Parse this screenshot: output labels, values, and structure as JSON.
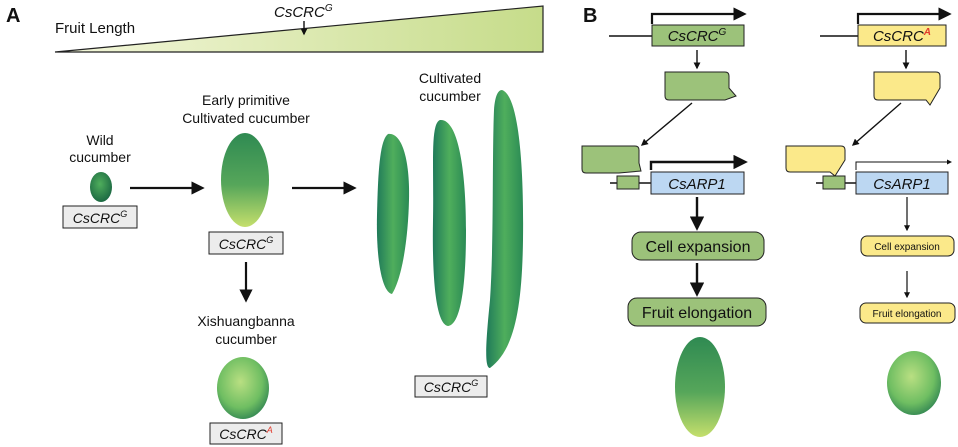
{
  "panel_a": {
    "letter": "A",
    "fruit_length_label": "Fruit Length",
    "wedge_marker_gene": "CsCRC",
    "wedge_marker_sup": "G",
    "wild_label_line1": "Wild",
    "wild_label_line2": "cucumber",
    "wild_gene": "CsCRC",
    "wild_gene_sup": "G",
    "early_label_line1": "Early primitive",
    "early_label_line2": "Cultivated cucumber",
    "early_gene": "CsCRC",
    "early_gene_sup": "G",
    "xish_label_line1": "Xishuangbanna",
    "xish_label_line2": "cucumber",
    "xish_gene": "CsCRC",
    "xish_gene_sup": "A",
    "cult_label_line1": "Cultivated",
    "cult_label_line2": "cucumber",
    "cult_gene": "CsCRC",
    "cult_gene_sup": "G"
  },
  "panel_b": {
    "letter": "B",
    "left": {
      "gene": "CsCRC",
      "gene_sup": "G",
      "target_gene": "CsARP1",
      "step1": "Cell expansion",
      "step2": "Fruit elongation"
    },
    "right": {
      "gene": "CsCRC",
      "gene_sup": "A",
      "target_gene": "CsARP1",
      "step1": "Cell expansion",
      "step2": "Fruit elongation"
    }
  },
  "colors": {
    "green_box": "#9cc27a",
    "yellow_box": "#fbe98a",
    "blue_box": "#bcd7f2",
    "wedge": "#cfe29a",
    "allele_a_red": "#e23a2c"
  }
}
